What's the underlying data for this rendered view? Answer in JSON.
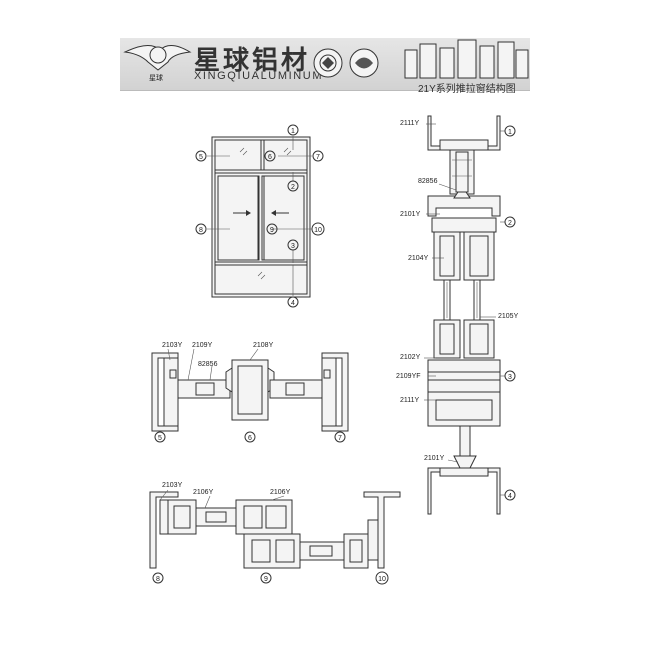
{
  "header": {
    "brand_cn": "星球铝材",
    "brand_en": "XINGQIUALUMINUM",
    "subtitle": "21Y系列推拉窗结构图",
    "logo_text": "星球"
  },
  "callouts": {
    "n1": "1",
    "n2": "2",
    "n3": "3",
    "n4": "4",
    "n5": "5",
    "n6": "6",
    "n7": "7",
    "n8": "8",
    "n9": "9",
    "n10": "10"
  },
  "parts": {
    "p2111": "2111Y",
    "p82856": "82856",
    "p2101": "2101Y",
    "p2104": "2104Y",
    "p2105": "2105Y",
    "p2102": "2102Y",
    "p2109f": "2109YF",
    "p2103": "2103Y",
    "p2109": "2109Y",
    "p2108": "2108Y",
    "p2106": "2106Y"
  },
  "colors": {
    "line": "#333333",
    "fill": "#f4f4f4"
  }
}
